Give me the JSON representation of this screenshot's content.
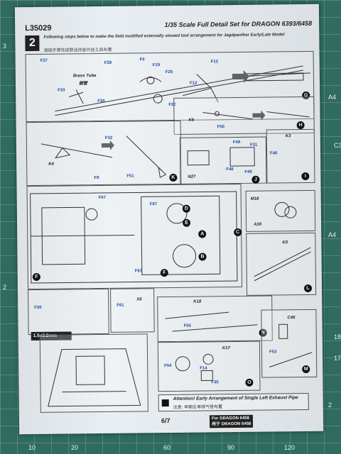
{
  "mat_numbers": [
    "A4",
    "A4",
    "2",
    "3",
    "2",
    "10",
    "20",
    "60",
    "90",
    "120",
    "C3",
    "18",
    "17"
  ],
  "header": {
    "code": "L35029",
    "title": "1/35 Scale Full Detail Set for DRAGON 6393/6458",
    "step_number": "2",
    "step_title": "Following steps below to make the field modified externally stowed tool arrangement for Jagdpanther Early/Late Model",
    "step_title_cn": "请按步骤完成野战改装外挂工具布置"
  },
  "callouts": {
    "top_panel": [
      "F27",
      "F28",
      "F30",
      "F33",
      "F6",
      "F19",
      "F25",
      "F12",
      "F12",
      "F22"
    ],
    "brass_tube": "Brass Tube",
    "brass_tube_cn": "铜管",
    "k6": "K6",
    "f50": "F50",
    "k4": "K4",
    "f32": "F32",
    "f9": "F9",
    "f51": "F51",
    "n27": "N27",
    "f49a": "F49",
    "f31": "F31",
    "f48": "F48",
    "f49b": "F49",
    "k3": "K3",
    "f46": "F46",
    "f67a": "F67",
    "f67b": "F67",
    "f67c": "F67",
    "m18": "M18",
    "a16": "A16",
    "k5": "K5",
    "f26": "F26",
    "f55": "F55",
    "k18": "K18",
    "c46": "C46",
    "k17": "K17",
    "f54": "F54",
    "f14": "F14",
    "f35": "F35",
    "x6": "X6",
    "f61": "F61",
    "f53": "F53"
  },
  "markers": {
    "G": "G",
    "H": "H",
    "I": "I",
    "J": "J",
    "K": "K",
    "L": "L",
    "M": "M",
    "N": "N",
    "A": "A",
    "B": "B",
    "C": "C",
    "D": "D",
    "E": "E",
    "F": "F",
    "O": "O"
  },
  "scale_label": "1.5x3.2mm",
  "attention": {
    "text": "Attention! Early Arrangement of Single Left Exhaust Pipe",
    "cn": "注意: 早期左单排气管布置"
  },
  "page": "6/7",
  "for_lines": [
    "For DRAGON 6458",
    "用于 DRAGON 6458"
  ]
}
